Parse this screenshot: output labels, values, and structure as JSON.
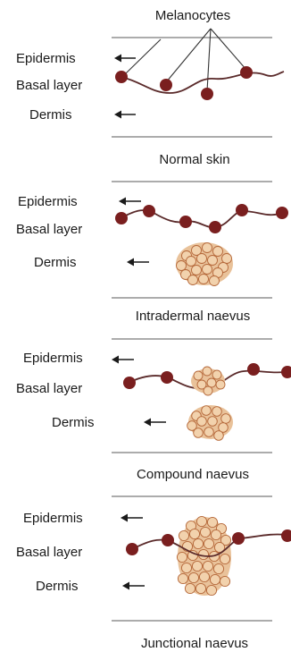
{
  "panels": [
    {
      "labels": {
        "epidermis": "Epidermis",
        "basal_layer": "Basal layer",
        "dermis": "Dermis"
      },
      "caption": "Normal skin",
      "top_label": "Melanocytes"
    },
    {
      "labels": {
        "epidermis": "Epidermis",
        "basal_layer": "Basal layer",
        "dermis": "Dermis"
      },
      "caption": "Intradermal naevus"
    },
    {
      "labels": {
        "epidermis": "Epidermis",
        "basal_layer": "Basal layer",
        "dermis": "Dermis"
      },
      "caption": "Compound naevus"
    },
    {
      "labels": {
        "epidermis": "Epidermis",
        "basal_layer": "Basal layer",
        "dermis": "Dermis"
      },
      "caption": "Junctional naevus"
    }
  ],
  "colors": {
    "melanocyte": "#7a1f1f",
    "naevus_fill": "#f2d2ad",
    "naevus_outline": "#b5683a",
    "layer_line": "#5a2a2a",
    "separator": "#7a7a7a"
  }
}
